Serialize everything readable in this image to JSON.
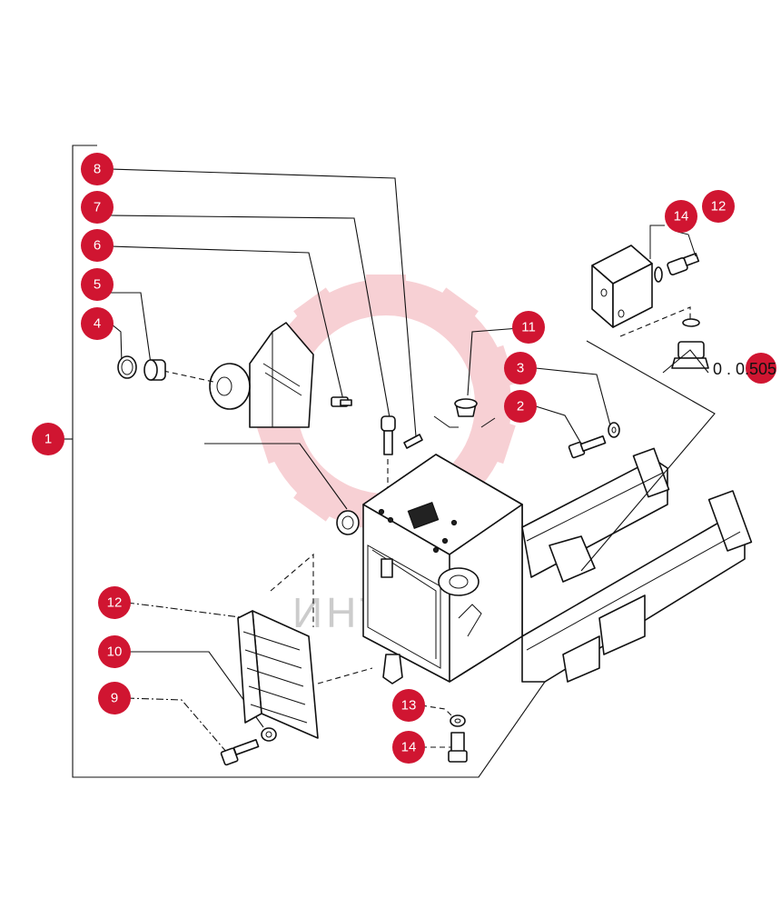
{
  "colors": {
    "callout": "#d01531",
    "callout_text": "#ffffff",
    "line": "#111111",
    "watermark_gear": "#f6c8cd",
    "watermark_text": "#cccccc"
  },
  "watermark": {
    "text": "ИНТЕХ"
  },
  "reference": {
    "text": "0 . 0.505"
  },
  "callouts": [
    {
      "label": "8"
    },
    {
      "label": "7"
    },
    {
      "label": "6"
    },
    {
      "label": "5"
    },
    {
      "label": "4"
    },
    {
      "label": "1"
    },
    {
      "label": "14"
    },
    {
      "label": "12"
    },
    {
      "label": "11"
    },
    {
      "label": "3"
    },
    {
      "label": "2"
    },
    {
      "label": "12"
    },
    {
      "label": "10"
    },
    {
      "label": "9"
    },
    {
      "label": "13"
    },
    {
      "label": "14"
    }
  ]
}
